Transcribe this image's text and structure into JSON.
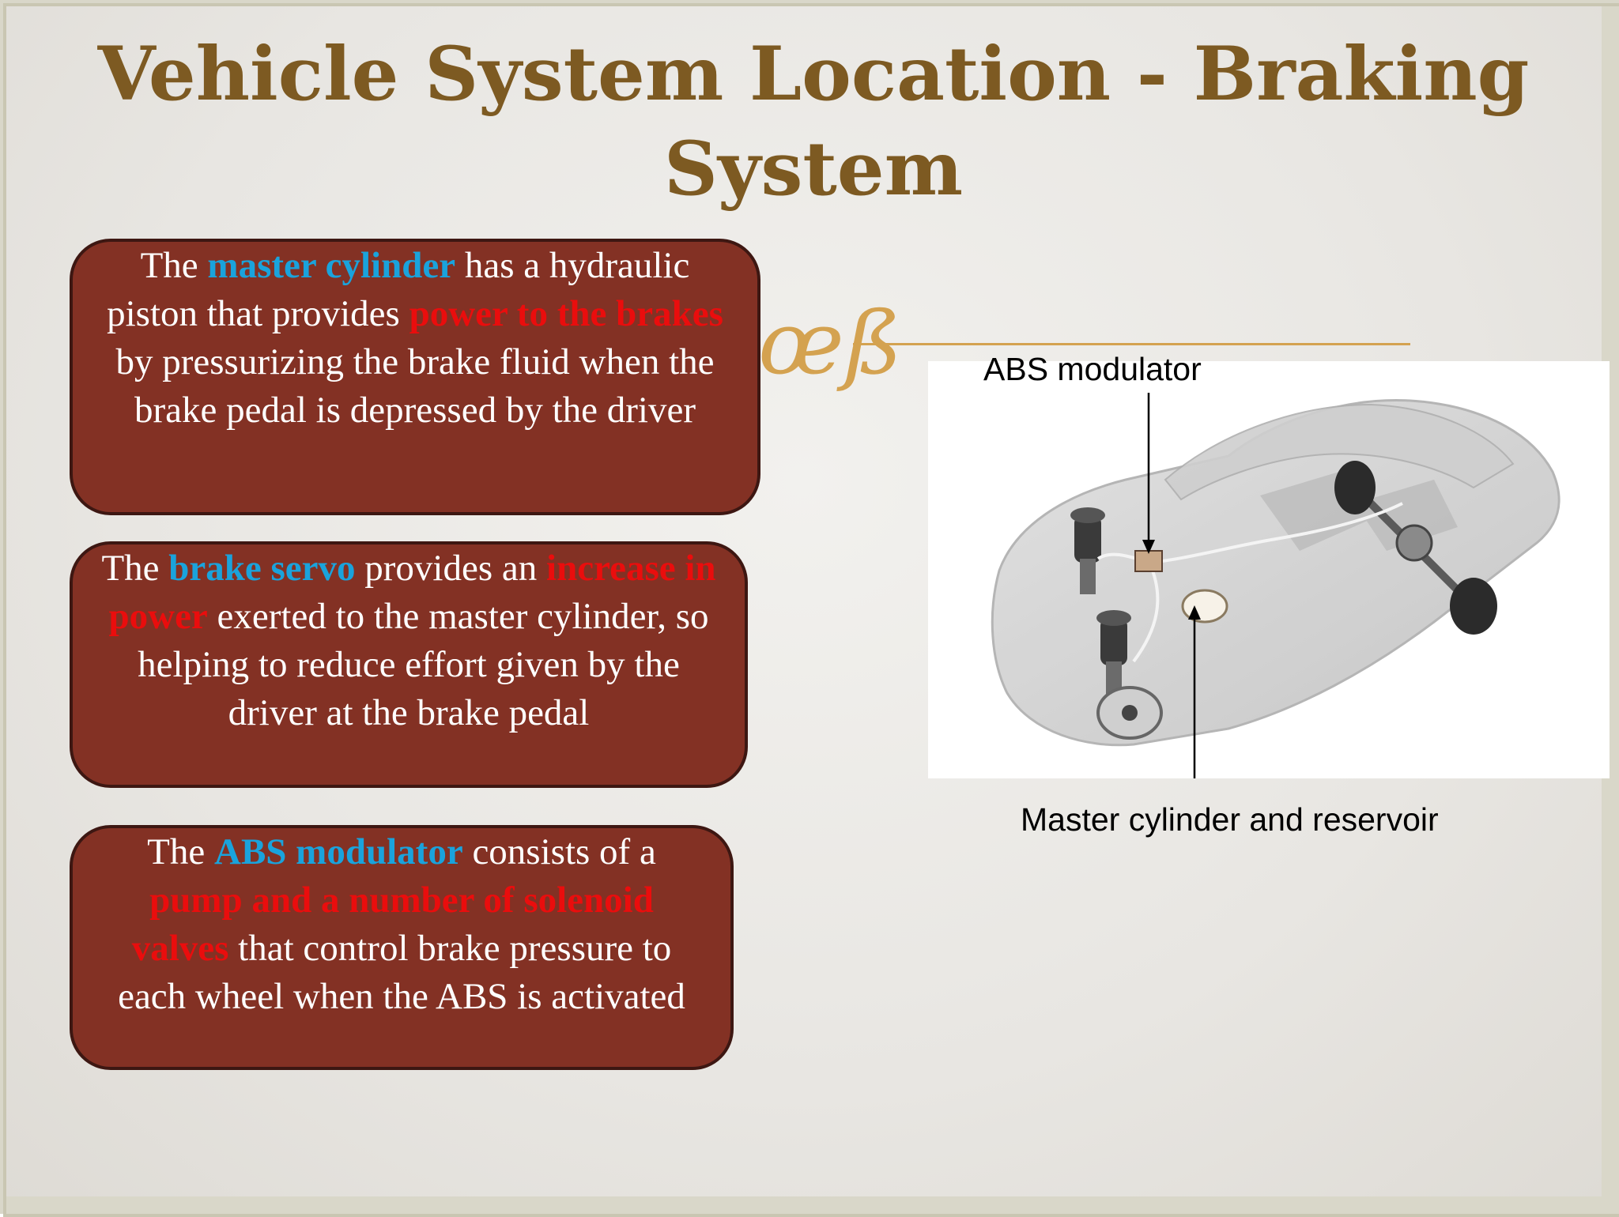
{
  "title": "Vehicle System Location - Braking System",
  "box1": {
    "t1": "The ",
    "blue": "master cylinder",
    "t2": " has a hydraulic piston that provides ",
    "red": "power to the brakes",
    "t3": " by pressurizing the brake fluid when the brake pedal is depressed by the driver"
  },
  "box2": {
    "t1": "The ",
    "blue": "brake servo",
    "t2": " provides an ",
    "red": "increase in power",
    "t3": " exerted to the master cylinder, so helping to reduce effort given by the driver at the brake pedal"
  },
  "box3": {
    "t1": "The ",
    "blue": "ABS modulator",
    "t2": " consists of a ",
    "red": "pump and a number of solenoid valves",
    "t3": " that control brake pressure to each wheel when the ABS is activated"
  },
  "ornament": "œß",
  "diagram": {
    "label_top": "ABS modulator",
    "label_bottom": "Master cylinder and reservoir"
  },
  "colors": {
    "title": "#7d5a22",
    "box_fill": "#833124",
    "highlight_blue": "#1aa3dc",
    "highlight_red": "#ea0d0d",
    "accent": "#d4a250"
  }
}
